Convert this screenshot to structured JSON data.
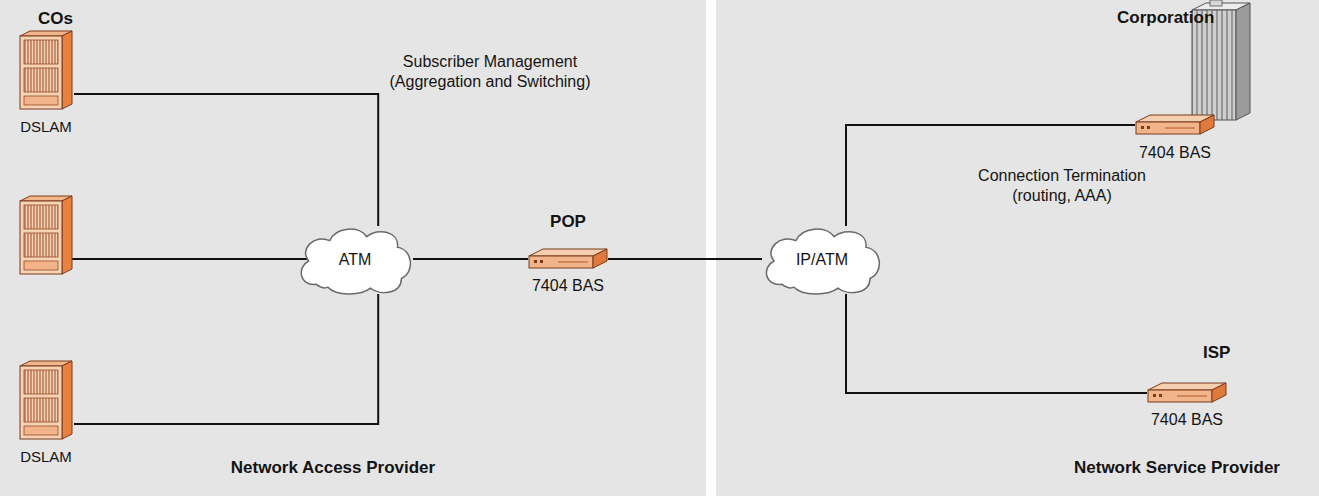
{
  "diagram": {
    "nodes": [
      {
        "text": [
          "Network Access Provider"
        ]
      },
      {
        "text": [
          "Network Service Provider"
        ]
      },
      {
        "text": [
          "DSLAM"
        ],
        "in": 0
      },
      {
        "text": [
          "DSLAM"
        ],
        "in": 0
      },
      {
        "text": [
          "ATM"
        ],
        "in": 0
      },
      {
        "text": [
          "POP",
          "7404 BAS"
        ],
        "in": 0
      },
      {
        "text": [
          "IP/ATM"
        ],
        "in": 1
      },
      {
        "text": [
          "Corporation",
          "7404 BAS"
        ],
        "in": 1
      },
      {
        "text": [
          "ISP",
          "7404 BAS"
        ],
        "in": 1
      }
    ],
    "edges": [
      {
        "from": 2,
        "to": 4,
        "arrow": "none"
      },
      {
        "from": 3,
        "to": 4,
        "arrow": "none"
      },
      {
        "from": 4,
        "to": 5,
        "arrow": "none"
      },
      {
        "from": 5,
        "to": 6,
        "arrow": "none"
      },
      {
        "from": 6,
        "to": 7,
        "arrow": "none"
      },
      {
        "from": 6,
        "to": 8,
        "arrow": "none"
      }
    ],
    "labels": [
      "COs",
      "Subscriber Management (Aggregation and Switching)",
      "Connection Termination (routing, AAA)"
    ]
  }
}
